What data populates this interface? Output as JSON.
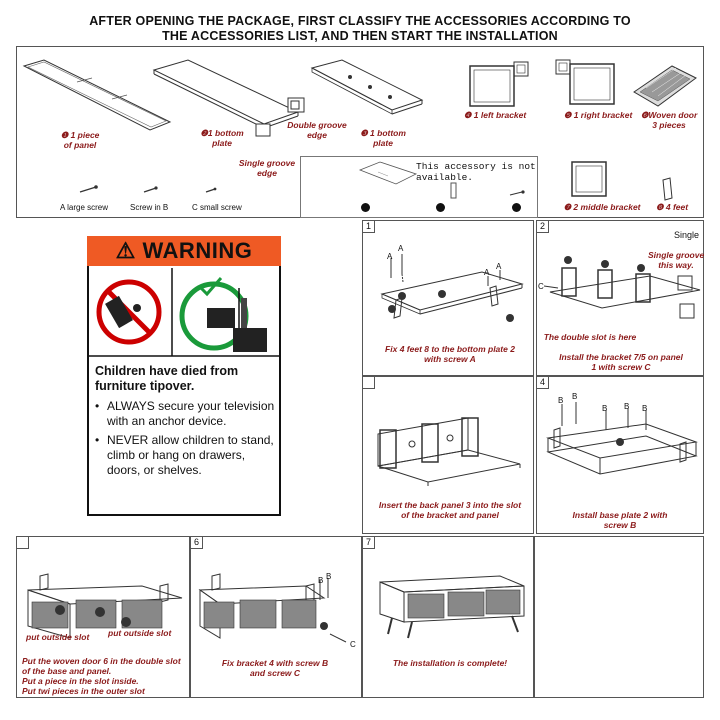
{
  "header": {
    "line1": "AFTER OPENING THE PACKAGE, FIRST CLASSIFY THE ACCESSORIES ACCORDING TO",
    "line2": "THE ACCESSORIES LIST, AND THEN START THE INSTALLATION"
  },
  "accessories": {
    "panel_1": "❶ 1 piece\nof panel",
    "bottom_plate_2": "❷1 bottom\nplate",
    "double_groove": "Double groove\nedge",
    "single_groove": "Single groove\nedge",
    "bottom_plate_3": "❸ 1 bottom\nplate",
    "left_bracket_4": "❹ 1 left bracket",
    "right_bracket_5": "❺ 1 right bracket",
    "woven_door_6": "❻Woven door\n3 pieces",
    "middle_bracket_7": "❼ 2 middle bracket",
    "feet_8": "❽ 4 feet",
    "screw_a": "A large screw",
    "screw_b": "Screw in B",
    "screw_c": "C small screw",
    "not_available": "This accessory is not\navailable."
  },
  "warning": {
    "heading": "⚠ WARNING",
    "title": "Children have died from furniture tipover.",
    "bullets": [
      "ALWAYS secure your television with an anchor device.",
      "NEVER allow children to stand, climb or hang on drawers, doors, or shelves."
    ]
  },
  "steps": [
    {
      "num": "1",
      "caption": "Fix 4 feet 8 to the bottom plate 2\nwith screw A"
    },
    {
      "num": "2",
      "caption": "Install the bracket 7/5 on panel\n1 with screw C",
      "note": "The double slot is here",
      "single_groove": "Single groove\nthis way.",
      "single": "Single"
    },
    {
      "num": "",
      "caption": "Insert the back panel 3 into the slot\nof the bracket and panel"
    },
    {
      "num": "4",
      "caption": "Install base plate 2 with\nscrew B"
    },
    {
      "num": "",
      "caption": "Put the woven door 6 in the double slot\nof the base and panel.\nPut a piece in the slot inside.\nPut twi pieces in the outer slot",
      "slot1": "put outside slot",
      "slot2": "put outside slot"
    },
    {
      "num": "6",
      "caption": "Fix bracket 4 with screw B\nand screw C"
    },
    {
      "num": "7",
      "caption": "The installation is complete!"
    }
  ],
  "callouts": {
    "A": "A",
    "B": "B",
    "C": "C",
    "n2": "2",
    "n4": "4",
    "n5": "5",
    "n6": "6",
    "n7": "7",
    "n8": "8"
  }
}
